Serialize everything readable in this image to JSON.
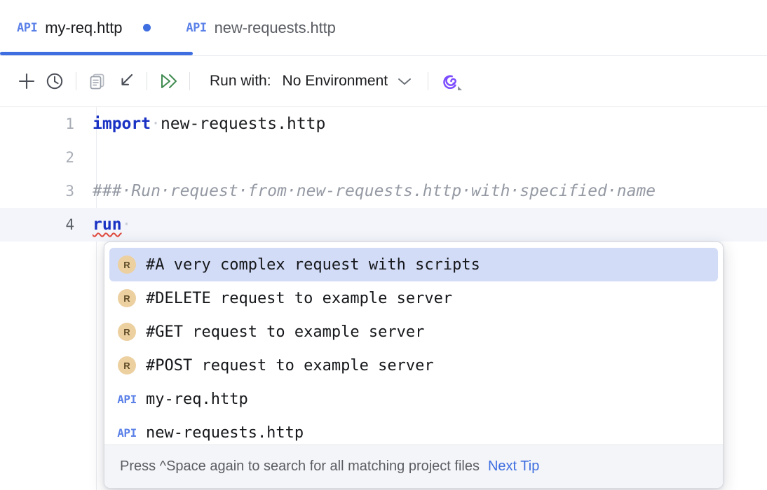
{
  "colors": {
    "accent_blue": "#3e6ee0",
    "api_badge_blue": "#5b81e8",
    "keyword_blue": "#1a32c4",
    "comment_gray": "#9499a3",
    "error_red": "#e04a3f",
    "run_green": "#3f8b4f",
    "ai_purple": "#7c4dff",
    "selection_blue": "#d3dcf7",
    "r_badge_tan": "#ecd0a0"
  },
  "tabs": [
    {
      "icon": "api-file-icon",
      "badge": "API",
      "label": "my-req.http",
      "modified": true,
      "active": true
    },
    {
      "icon": "api-file-icon",
      "badge": "API",
      "label": "new-requests.http",
      "modified": false,
      "active": false
    }
  ],
  "toolbar": {
    "buttons": [
      {
        "name": "add-request-button",
        "icon": "plus-icon"
      },
      {
        "name": "request-history-button",
        "icon": "clock-icon"
      },
      {
        "name": "copy-as-curl-button",
        "icon": "documents-copy-icon"
      },
      {
        "name": "import-requests-button",
        "icon": "arrow-down-left-icon"
      },
      {
        "name": "run-all-requests-button",
        "icon": "run-all-icon"
      }
    ],
    "run_with_label": "Run with:",
    "environment_value": "No Environment",
    "environment_chevron": "chevron-down-icon",
    "ai_assistant_icon": "ai-spiral-icon"
  },
  "editor": {
    "lines": [
      {
        "number": "1",
        "current": false,
        "segments": [
          {
            "text": "import",
            "style": "kw"
          },
          {
            "text": "·",
            "style": "ws"
          },
          {
            "text": "new-requests.http",
            "style": "plain"
          }
        ]
      },
      {
        "number": "2",
        "current": false,
        "segments": []
      },
      {
        "number": "3",
        "current": false,
        "segments": [
          {
            "text": "###·Run·request·from·new-requests.http·with·specified·name",
            "style": "cmt"
          }
        ]
      },
      {
        "number": "4",
        "current": true,
        "segments": [
          {
            "text": "run",
            "style": "err"
          },
          {
            "text": "·",
            "style": "ws"
          }
        ]
      }
    ]
  },
  "completion_popup": {
    "items": [
      {
        "icon": "request-r-icon",
        "icon_text": "R",
        "label": "#A very complex request with scripts",
        "selected": true
      },
      {
        "icon": "request-r-icon",
        "icon_text": "R",
        "label": "#DELETE request to example server",
        "selected": false
      },
      {
        "icon": "request-r-icon",
        "icon_text": "R",
        "label": "#GET request to example server",
        "selected": false
      },
      {
        "icon": "request-r-icon",
        "icon_text": "R",
        "label": "#POST request to example server",
        "selected": false
      },
      {
        "icon": "api-file-icon",
        "icon_text": "API",
        "label": "my-req.http",
        "selected": false
      },
      {
        "icon": "api-file-icon",
        "icon_text": "API",
        "label": "new-requests.http",
        "selected": false
      }
    ],
    "footer_text": "Press ^Space again to search for all matching project files",
    "footer_link": "Next Tip"
  }
}
